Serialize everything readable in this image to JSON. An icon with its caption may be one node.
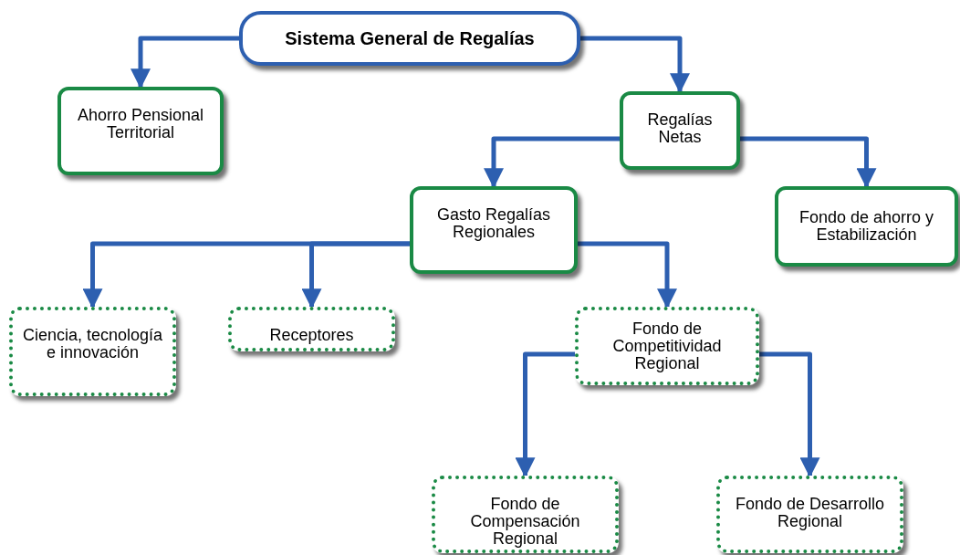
{
  "diagram": {
    "nodes": [
      {
        "text": [
          "Sistema General de Regalías"
        ]
      },
      {
        "text": [
          "Ahorro Pensional Territorial"
        ]
      },
      {
        "text": [
          "Regalías Netas"
        ]
      },
      {
        "text": [
          "Gasto Regalías Regionales"
        ]
      },
      {
        "text": [
          "Fondo de ahorro y Estabilización"
        ]
      },
      {
        "text": [
          "Ciencia, tecnología e innovación"
        ]
      },
      {
        "text": [
          "Receptores"
        ]
      },
      {
        "text": [
          "Fondo de Competitividad Regional"
        ]
      },
      {
        "text": [
          "Fondo de Compensación Regional"
        ]
      },
      {
        "text": [
          "Fondo de Desarrollo Regional"
        ]
      }
    ],
    "edges": [
      {
        "from": 0,
        "to": 1,
        "arrow": "to"
      },
      {
        "from": 0,
        "to": 2,
        "arrow": "to"
      },
      {
        "from": 2,
        "to": 3,
        "arrow": "to"
      },
      {
        "from": 2,
        "to": 4,
        "arrow": "to"
      },
      {
        "from": 3,
        "to": 5,
        "arrow": "to"
      },
      {
        "from": 3,
        "to": 6,
        "arrow": "to"
      },
      {
        "from": 3,
        "to": 7,
        "arrow": "to"
      },
      {
        "from": 7,
        "to": 8,
        "arrow": "to"
      },
      {
        "from": 7,
        "to": 9,
        "arrow": "to"
      }
    ]
  }
}
